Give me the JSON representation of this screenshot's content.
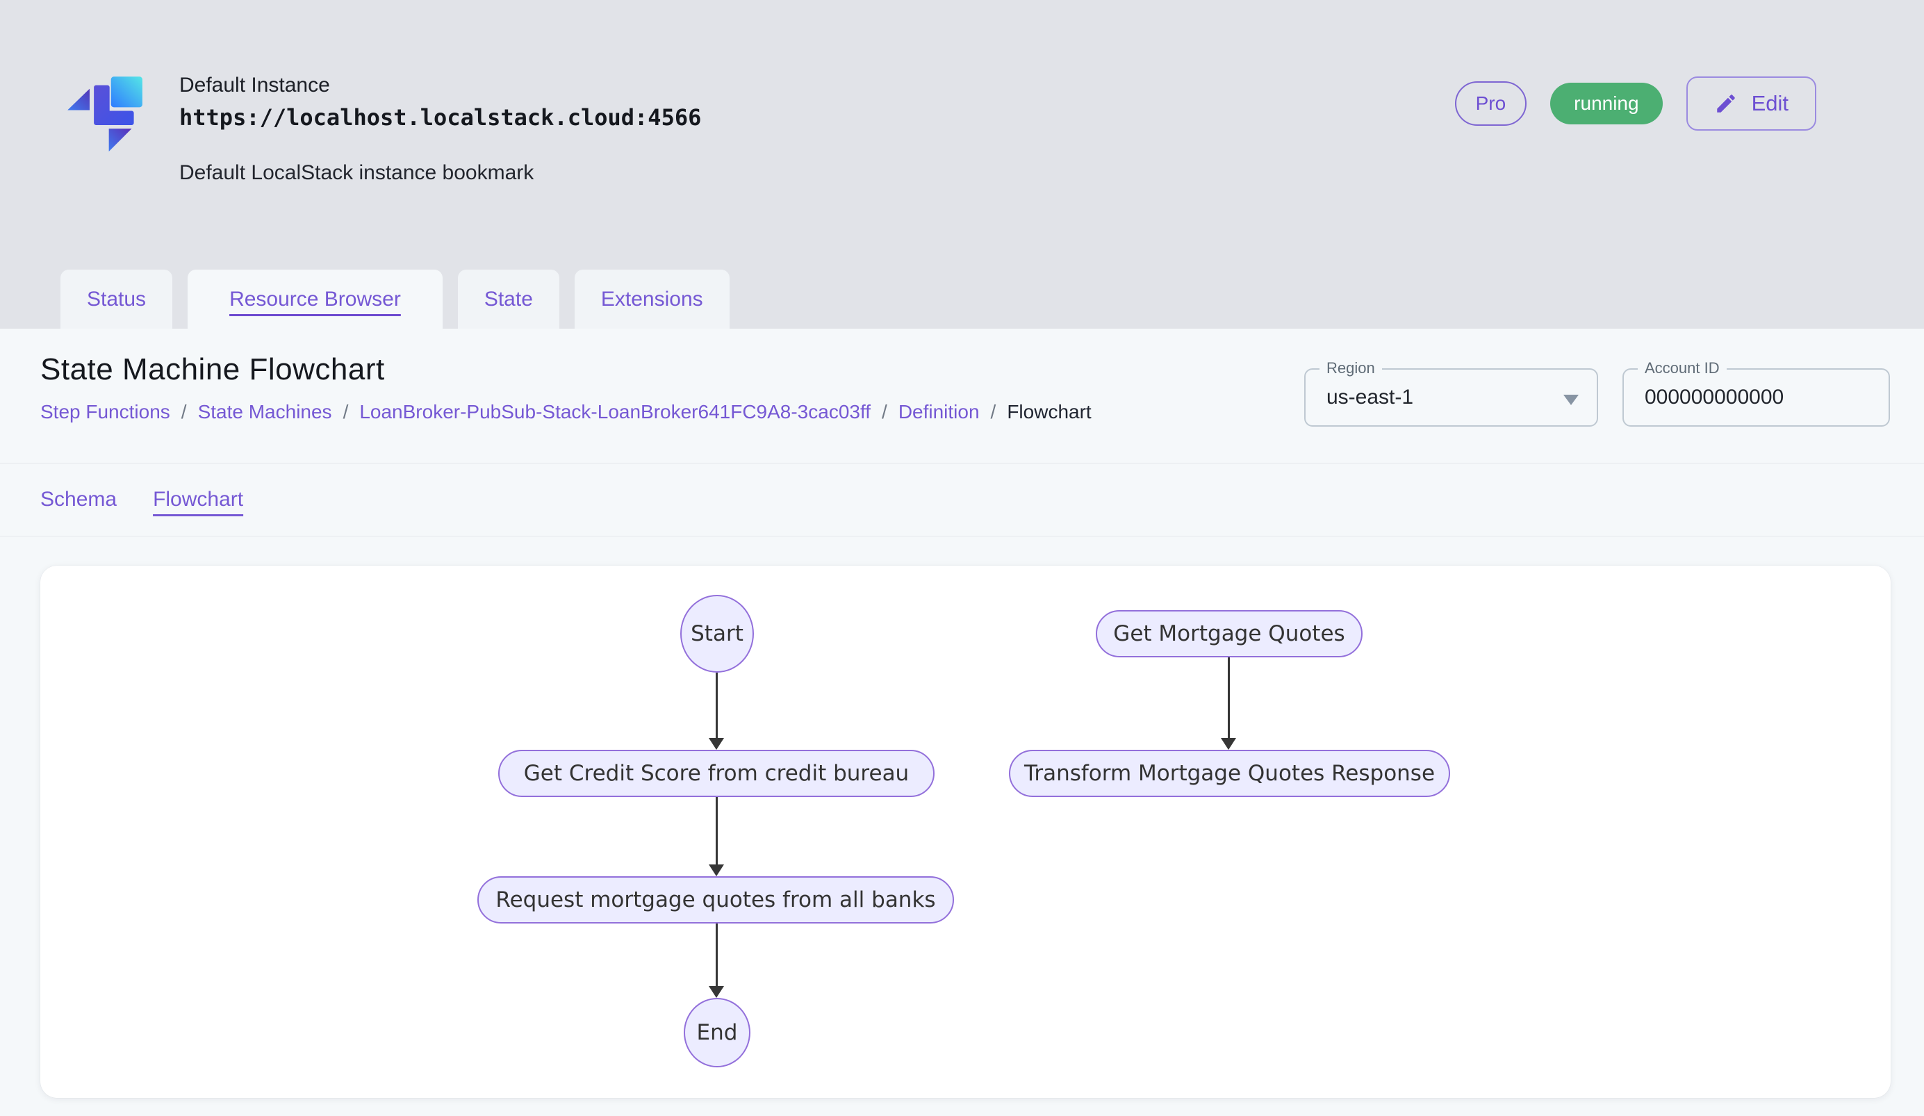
{
  "header": {
    "instance_name": "Default Instance",
    "instance_url": "https://localhost.localstack.cloud:4566",
    "instance_description": "Default LocalStack instance bookmark",
    "pro_badge": "Pro",
    "status_badge": "running",
    "edit_button": "Edit"
  },
  "tabs": {
    "items": [
      {
        "label": "Status",
        "active": false
      },
      {
        "label": "Resource Browser",
        "active": true
      },
      {
        "label": "State",
        "active": false
      },
      {
        "label": "Extensions",
        "active": false
      }
    ]
  },
  "page": {
    "title": "State Machine Flowchart",
    "breadcrumb": {
      "separator": "/",
      "items": [
        "Step Functions",
        "State Machines",
        "LoanBroker-PubSub-Stack-LoanBroker641FC9A8-3cac03ff",
        "Definition",
        "Flowchart"
      ]
    },
    "region_field": {
      "label": "Region",
      "value": "us-east-1"
    },
    "account_field": {
      "label": "Account ID",
      "value": "000000000000"
    },
    "subtabs": [
      {
        "label": "Schema",
        "active": false
      },
      {
        "label": "Flowchart",
        "active": true
      }
    ]
  },
  "flowchart": {
    "nodes": [
      {
        "id": "start",
        "label": "Start",
        "shape": "ellipse"
      },
      {
        "id": "get-credit-score",
        "label": "Get Credit Score from credit bureau",
        "shape": "stadium"
      },
      {
        "id": "request-quotes",
        "label": "Request mortgage quotes from all banks",
        "shape": "stadium"
      },
      {
        "id": "end",
        "label": "End",
        "shape": "ellipse"
      },
      {
        "id": "get-mortgage-quotes",
        "label": "Get Mortgage Quotes",
        "shape": "stadium"
      },
      {
        "id": "transform-response",
        "label": "Transform Mortgage Quotes Response",
        "shape": "stadium"
      }
    ],
    "edges": [
      {
        "from": "start",
        "to": "get-credit-score"
      },
      {
        "from": "get-credit-score",
        "to": "request-quotes"
      },
      {
        "from": "request-quotes",
        "to": "end"
      },
      {
        "from": "get-mortgage-quotes",
        "to": "transform-response"
      }
    ]
  },
  "colors": {
    "accent_purple": "#7558d4",
    "status_running_green": "#4caf72",
    "node_fill": "#ececff",
    "node_border": "#9370DB",
    "page_background": "#e1e3e8",
    "panel_background": "#f5f8fa"
  }
}
